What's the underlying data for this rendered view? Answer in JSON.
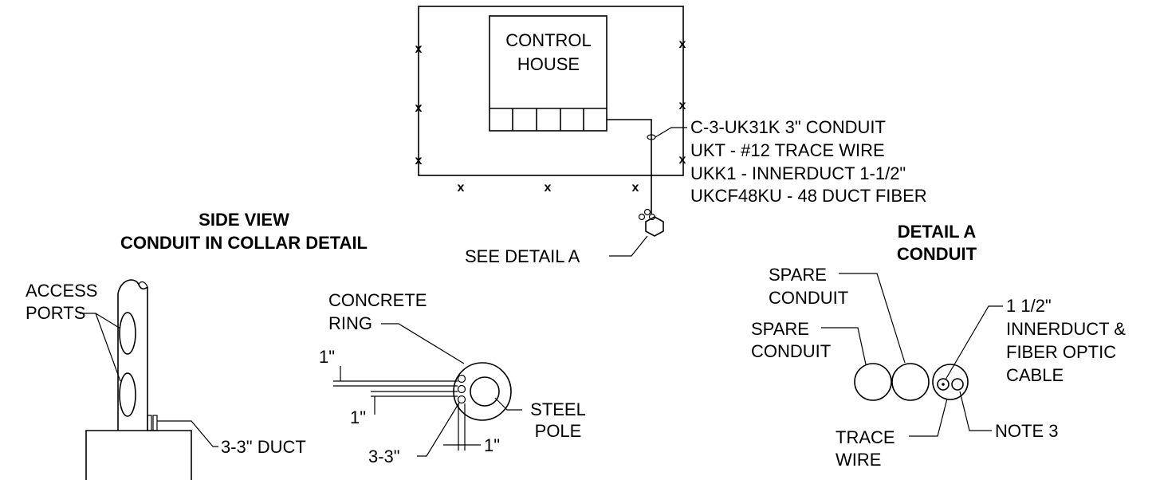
{
  "site_plan": {
    "control_house": [
      "CONTROL",
      "HOUSE"
    ],
    "fence_mark": "x",
    "conduit_spec": [
      "C-3-UK31K  3\" CONDUIT",
      "UKT - #12 TRACE WIRE",
      "UKK1 - INNERDUCT 1-1/2\"",
      "UKCF48KU - 48 DUCT FIBER"
    ],
    "see_detail": "SEE DETAIL A"
  },
  "side_view": {
    "title": [
      "SIDE VIEW",
      "CONDUIT IN COLLAR DETAIL"
    ],
    "access_ports": [
      "ACCESS",
      "PORTS"
    ],
    "duct": "3-3\" DUCT"
  },
  "ring_detail": {
    "concrete_ring": [
      "CONCRETE",
      "RING"
    ],
    "steel_pole": [
      "STEEL",
      "POLE"
    ],
    "dim_top": "1\"",
    "dim_bottom": "1\"",
    "dim_right": "1\"",
    "conduits": "3-3\""
  },
  "detail_a": {
    "title": [
      "DETAIL A",
      "CONDUIT"
    ],
    "spare_top": [
      "SPARE",
      "CONDUIT"
    ],
    "spare_left": [
      "SPARE",
      "CONDUIT"
    ],
    "innerduct": [
      "1 1/2\"",
      "INNERDUCT &",
      "FIBER OPTIC",
      "CABLE"
    ],
    "trace_wire": [
      "TRACE",
      "WIRE"
    ],
    "note": "NOTE 3"
  }
}
